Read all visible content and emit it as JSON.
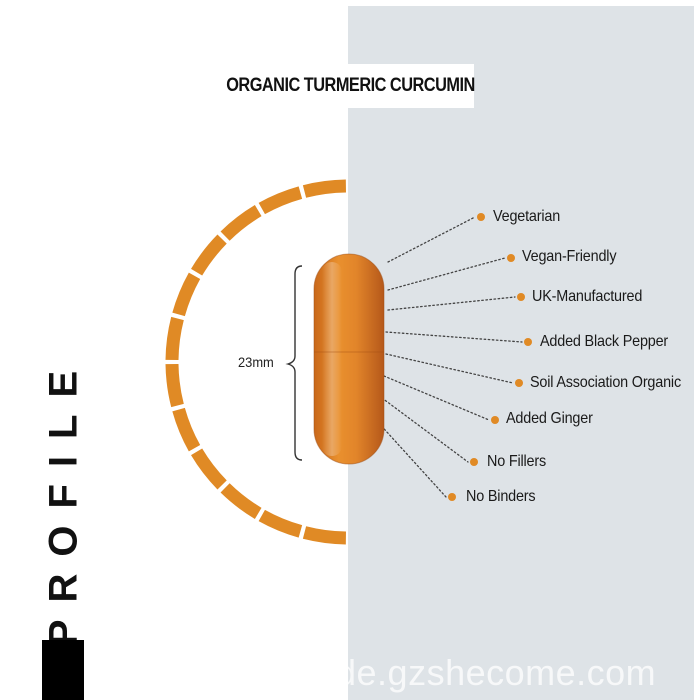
{
  "product": {
    "title": "ORGANIC TURMERIC CURCUMIN"
  },
  "capsule": {
    "size_label": "23mm"
  },
  "features": [
    "Vegetarian",
    "Vegan-Friendly",
    "UK-Manufactured",
    "Added Black Pepper",
    "Soil Association Organic",
    "Added Ginger",
    "No Fillers",
    "No Binders"
  ],
  "side_label": "PROFILE",
  "watermark": "de.gzshecome.com",
  "colors": {
    "accent": "#e08a25",
    "panel": "#dee3e7",
    "text": "#111111",
    "capsule": "#d9761e"
  }
}
